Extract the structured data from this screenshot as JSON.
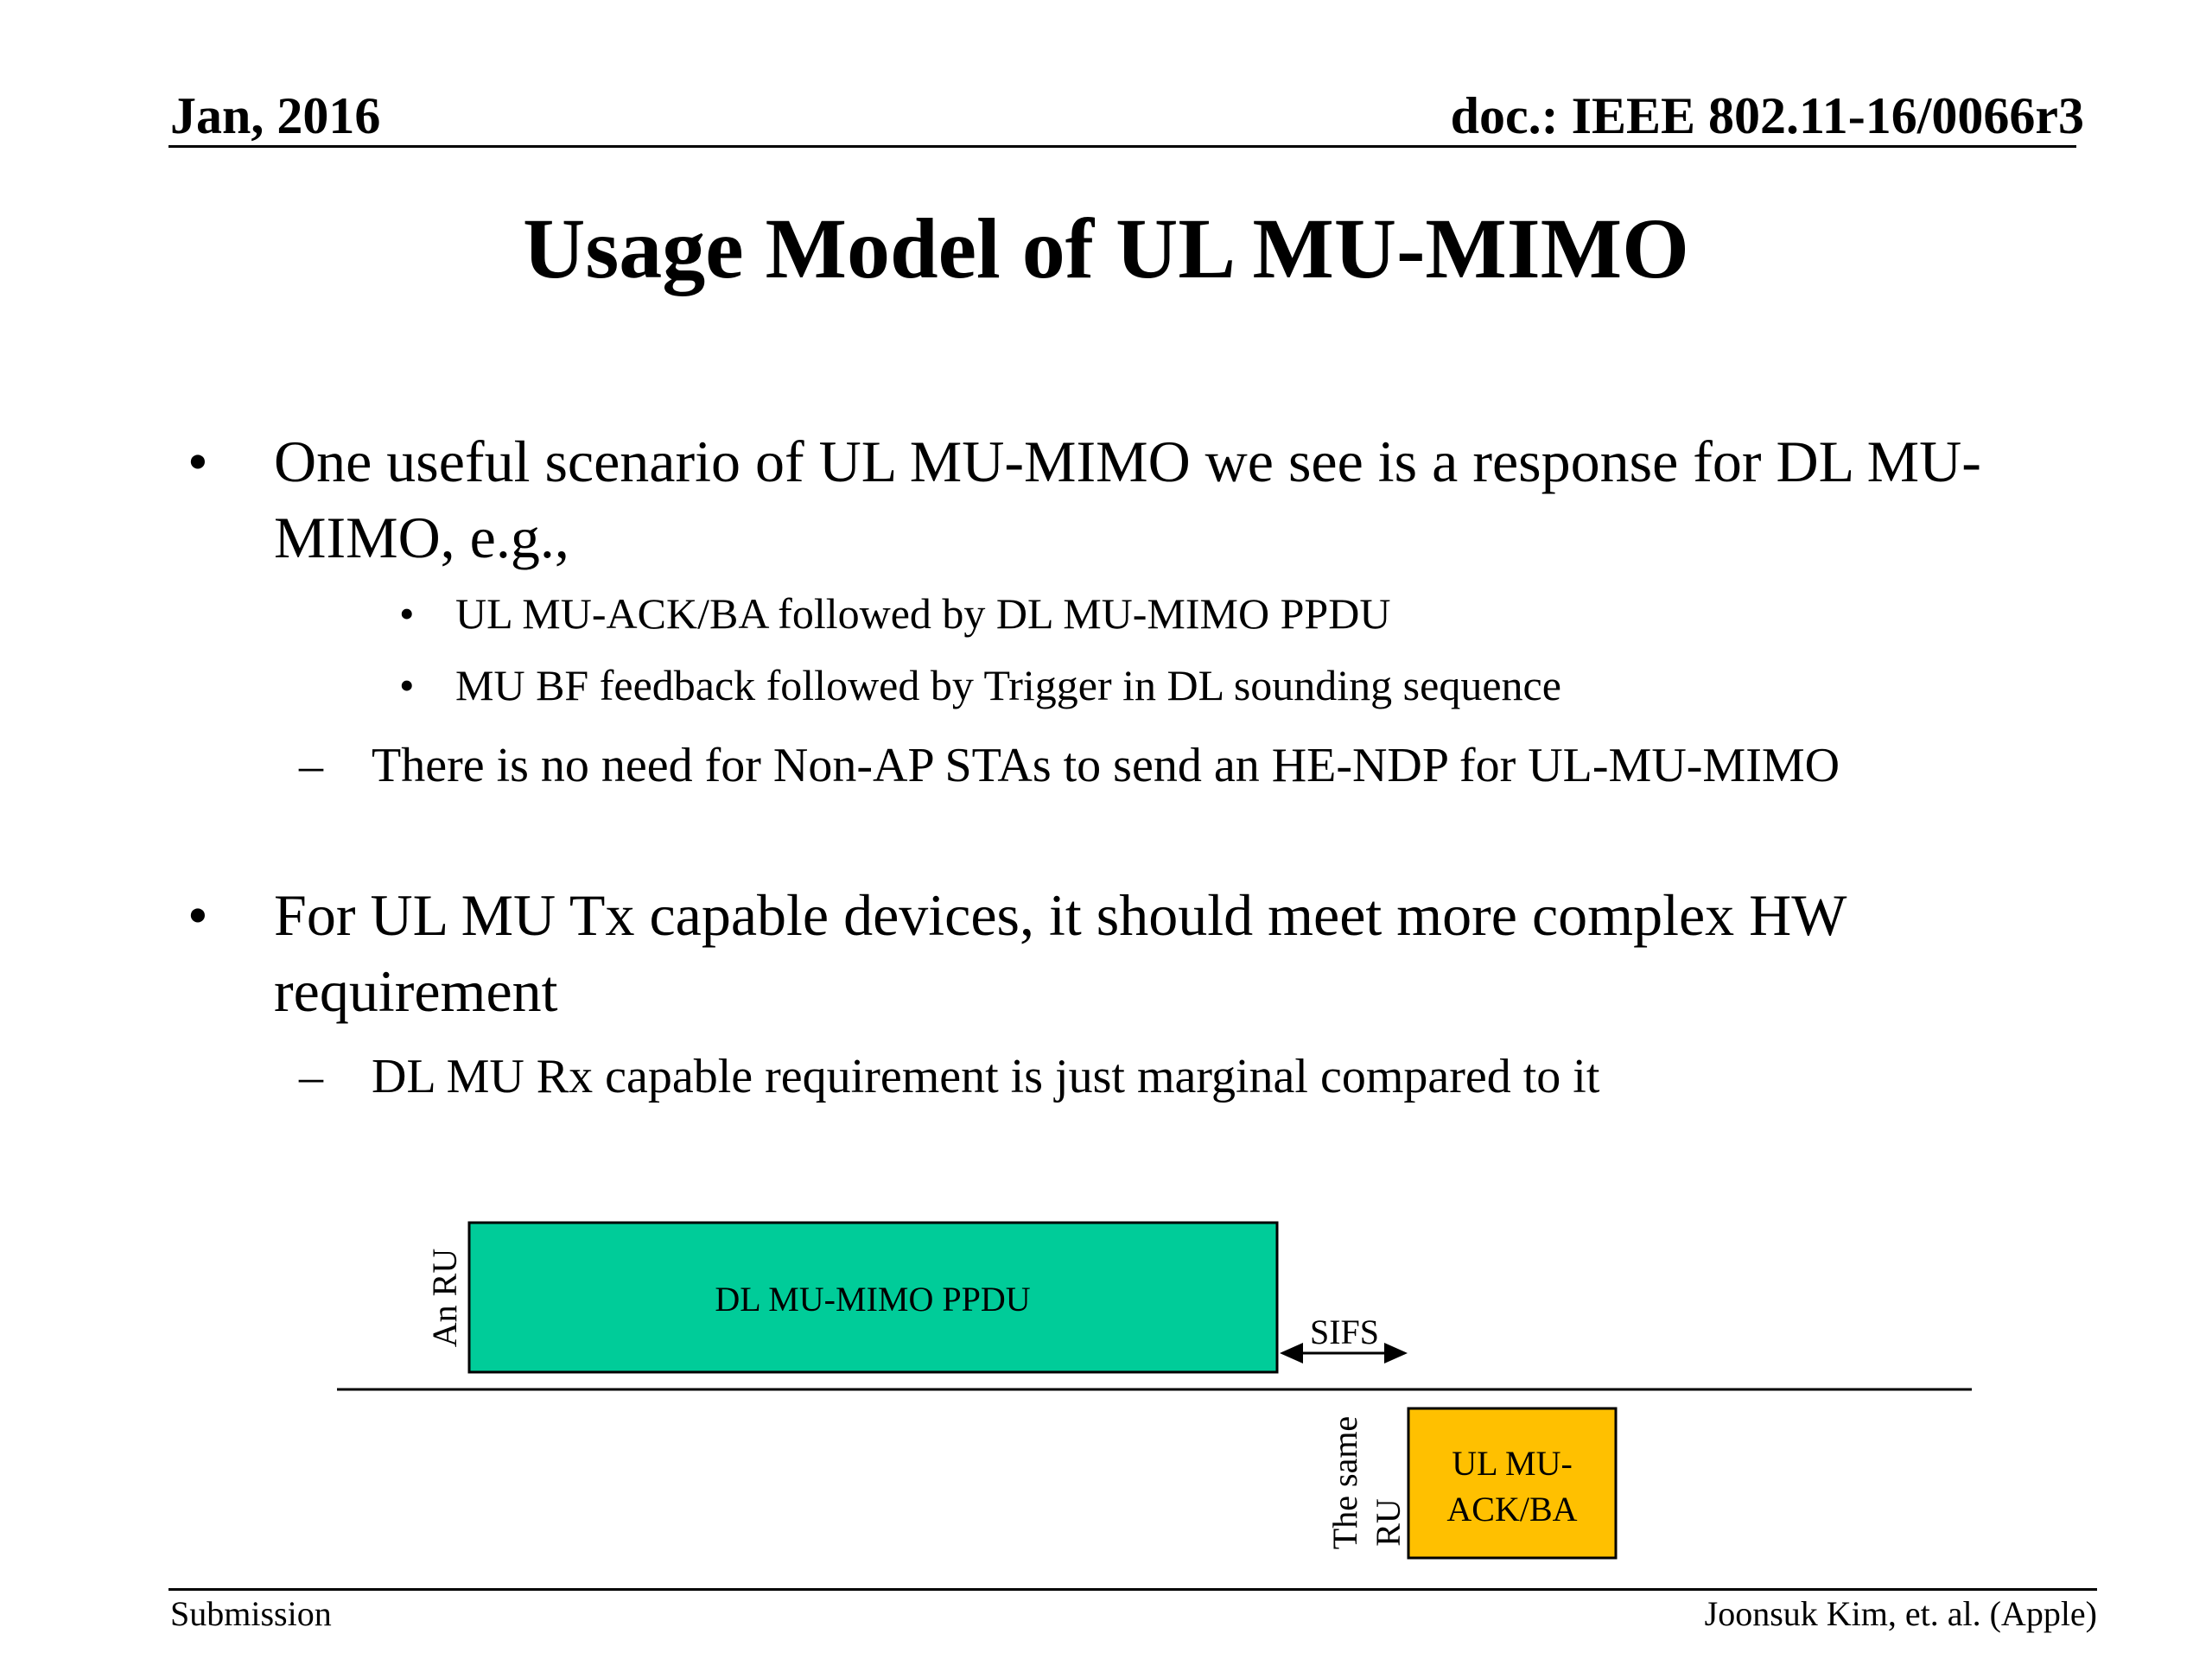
{
  "header": {
    "date": "Jan, 2016",
    "doc_id": "doc.: IEEE 802.11-16/0066r3"
  },
  "title": "Usage Model of UL MU-MIMO",
  "bullets": [
    {
      "mark": "•",
      "text": "One useful scenario of UL MU-MIMO we see is a response for DL MU-MIMO, e.g.,",
      "sub_items": [
        {
          "mark": "•",
          "text": "UL MU-ACK/BA followed by DL MU-MIMO PPDU"
        },
        {
          "mark": "•",
          "text": "MU BF feedback followed by Trigger in DL sounding sequence"
        }
      ],
      "dash_items": [
        {
          "mark": "–",
          "text": "There is no need for Non-AP STAs to send an HE-NDP for UL-MU-MIMO"
        }
      ]
    },
    {
      "mark": "•",
      "text": "For UL MU Tx capable devices, it should meet more complex HW requirement",
      "dash_items": [
        {
          "mark": "–",
          "text": "DL MU Rx capable requirement is just marginal compared to it"
        }
      ]
    }
  ],
  "diagram": {
    "dl_box_label": "DL MU-MIMO PPDU",
    "dl_box_color": "#00CC99",
    "an_ru_label": "An RU",
    "sifs_label": "SIFS",
    "ul_box_label_line1": "UL MU-",
    "ul_box_label_line2": "ACK/BA",
    "ul_box_color": "#FFC000",
    "same_ru_line1": "The same",
    "same_ru_line2": "RU"
  },
  "footer": {
    "left": "Submission",
    "right": "Joonsuk Kim, et. al. (Apple)"
  }
}
